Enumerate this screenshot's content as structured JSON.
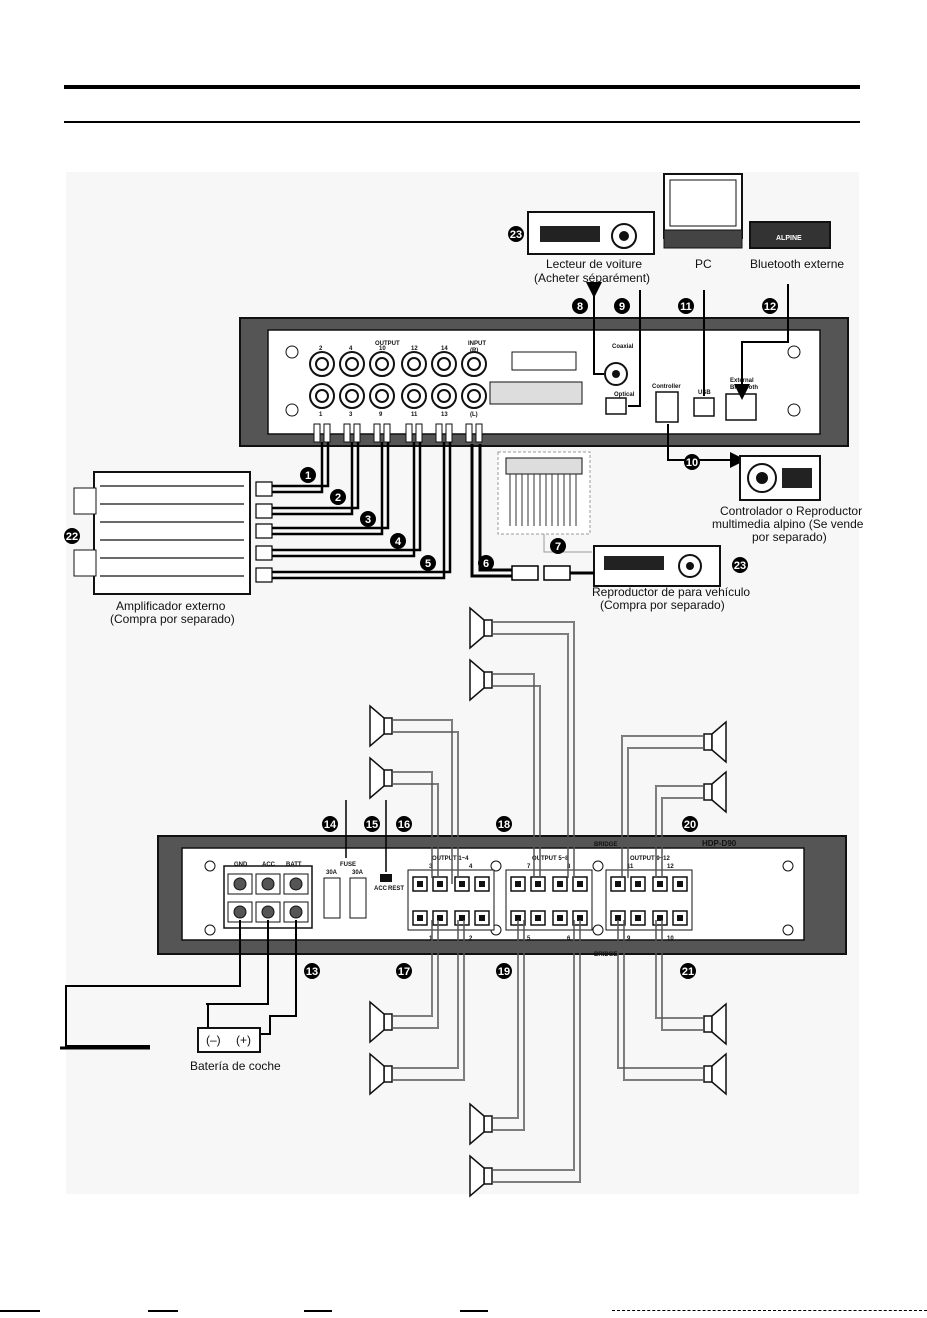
{
  "labels": {
    "car_player_fr_1": "Lecteur de voiture",
    "car_player_fr_2": "(Acheter séparément)",
    "pc": "PC",
    "bluetooth_ext": "Bluetooth externe",
    "controller_1": "Controlador o Reproductor",
    "controller_2": "multimedia alpino  (Se vende",
    "controller_3": "por separado)",
    "player_es_1": "Reproductor de para vehículo",
    "player_es_2": "(Compra por separado)",
    "amp_1": "Amplificador externo",
    "amp_2": "(Compra por separado)",
    "battery": "Batería de coche",
    "batt_minus": "(–)",
    "batt_plus": "(+)"
  },
  "panel_top": {
    "output": "OUTPUT",
    "input": "INPUT",
    "input_r": "(R)",
    "input_l": "(L)",
    "row1": [
      "2",
      "4",
      "10",
      "12",
      "14"
    ],
    "row2": [
      "1",
      "3",
      "9",
      "11",
      "13"
    ],
    "coaxial": "Coaxial",
    "optical": "Optical",
    "controller": "Controller",
    "usb": "USB",
    "ext_bt_1": "External",
    "ext_bt_2": "Bluetooth"
  },
  "panel_bottom": {
    "gnd": "GND",
    "acc": "ACC",
    "batt": "BATT",
    "fuse": "FUSE",
    "fuse_a1": "30A",
    "fuse_a2": "30A",
    "sw_acc": "ACC",
    "sw_rest": "REST",
    "output_groups": [
      "OUTPUT 1~4",
      "OUTPUT 5~8",
      "OUTPUT 9~12"
    ],
    "top_ch": [
      "3",
      "4",
      "7",
      "8",
      "11",
      "12"
    ],
    "bottom_ch": [
      "1",
      "2",
      "5",
      "6",
      "9",
      "10"
    ],
    "bridge": "BRIDGE",
    "model": "HDP-D90"
  },
  "callouts": [
    "1",
    "2",
    "3",
    "4",
    "5",
    "6",
    "7",
    "8",
    "9",
    "10",
    "11",
    "12",
    "13",
    "14",
    "15",
    "16",
    "17",
    "18",
    "19",
    "20",
    "21",
    "22",
    "23"
  ],
  "brand": "ALPINE"
}
